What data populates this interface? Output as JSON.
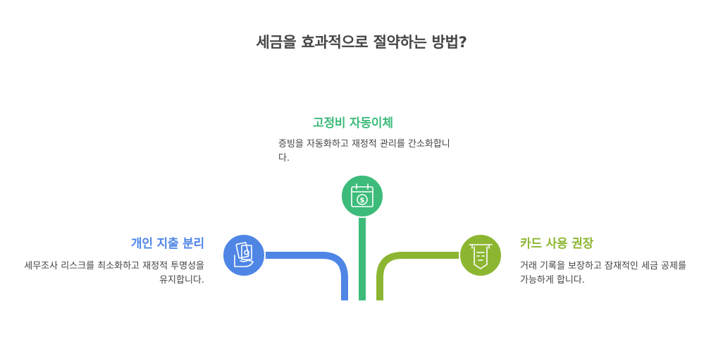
{
  "title": "세금을 효과적으로 절약하는 방법?",
  "colors": {
    "left": "#4f86e6",
    "center": "#3dbb7a",
    "right": "#8cb631",
    "title": "#444444"
  },
  "branches": {
    "left": {
      "heading": "개인 지출 분리",
      "description": "세무조사 리스크를 최소화하고 재정적 투명성을 유지합니다.",
      "icon": "cash-hand-icon"
    },
    "center": {
      "heading": "고정비 자동이체",
      "description": "증빙을 자동화하고 재정적 관리를 간소화합니다.",
      "icon": "calendar-dollar-icon"
    },
    "right": {
      "heading": "카드 사용 권장",
      "description": "거래 기록을 보장하고 잠재적인 세금 공제를 가능하게 합니다.",
      "icon": "receipt-print-icon"
    }
  }
}
